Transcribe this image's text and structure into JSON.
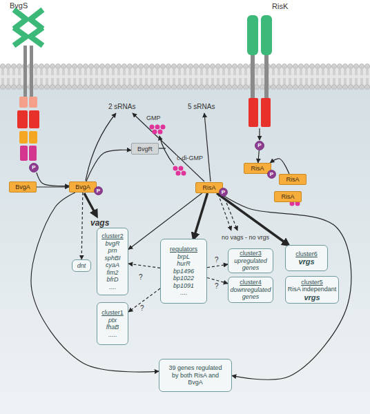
{
  "diagram": {
    "nodes": [
      {
        "text": [
          "P"
        ]
      },
      {
        "text": [
          "P"
        ]
      },
      {
        "text": [
          "BvgA"
        ]
      },
      {
        "text": [
          "BvgA"
        ]
      },
      {
        "text": [
          "P"
        ]
      },
      {
        "text": [
          "BvgR"
        ]
      },
      {
        "text": [
          "RisA"
        ]
      },
      {
        "text": [
          "P"
        ]
      },
      {
        "text": [
          "RisA"
        ]
      },
      {
        "text": [
          "RisA"
        ]
      },
      {
        "text": [
          "P"
        ]
      },
      {
        "text": [
          "RisA"
        ]
      },
      {
        "text": [
          "dnt"
        ]
      },
      {
        "text": [
          "cluster2",
          "bvgR",
          "prn",
          "sphBI",
          "cyaA",
          "fim2",
          "bfrD",
          "...."
        ]
      },
      {
        "text": [
          "cluster1",
          "ptx",
          "fhaB",
          "....."
        ]
      },
      {
        "text": [
          "regulators",
          "brpL",
          "hurR",
          "bp1496",
          "bp1022",
          "bp1091",
          "...."
        ]
      },
      {
        "text": [
          "cluster3",
          "upregulated genes"
        ]
      },
      {
        "text": [
          "cluster4",
          "downregulated genes"
        ]
      },
      {
        "text": [
          "cluster6",
          "vrgs"
        ]
      },
      {
        "text": [
          "cluster5",
          "RisA independant",
          "vrgs"
        ]
      },
      {
        "text": [
          "39 genes regulated by both RisA and BvgA"
        ]
      }
    ],
    "edges": [
      {
        "from": 0,
        "to": 3,
        "arrow": "to"
      },
      {
        "from": 2,
        "to": 3,
        "arrow": "to"
      },
      {
        "from": 3,
        "to": 5,
        "arrow": "to"
      },
      {
        "from": 3,
        "to": 12,
        "arrow": "to"
      },
      {
        "from": 3,
        "to": 20,
        "arrow": "to"
      },
      {
        "from": 1,
        "to": 6,
        "arrow": "to"
      },
      {
        "from": 8,
        "to": 6,
        "arrow": "to"
      },
      {
        "from": 9,
        "to": 13,
        "arrow": "to"
      },
      {
        "from": 9,
        "to": 15,
        "arrow": "to"
      },
      {
        "from": 9,
        "to": 18,
        "arrow": "to"
      },
      {
        "from": 9,
        "to": 20,
        "arrow": "to"
      },
      {
        "from": 15,
        "to": 13,
        "arrow": "to"
      },
      {
        "from": 15,
        "to": 14,
        "arrow": "to"
      },
      {
        "from": 15,
        "to": 16,
        "arrow": "to"
      },
      {
        "from": 15,
        "to": 17,
        "arrow": "to"
      }
    ],
    "labels": [
      "BvgS",
      "RisK",
      "2 sRNAs",
      "5 sRNAs",
      "GMP",
      "c-di-GMP",
      "vags",
      "no vags - no vrgs",
      "?",
      "?",
      "?",
      "?"
    ]
  }
}
